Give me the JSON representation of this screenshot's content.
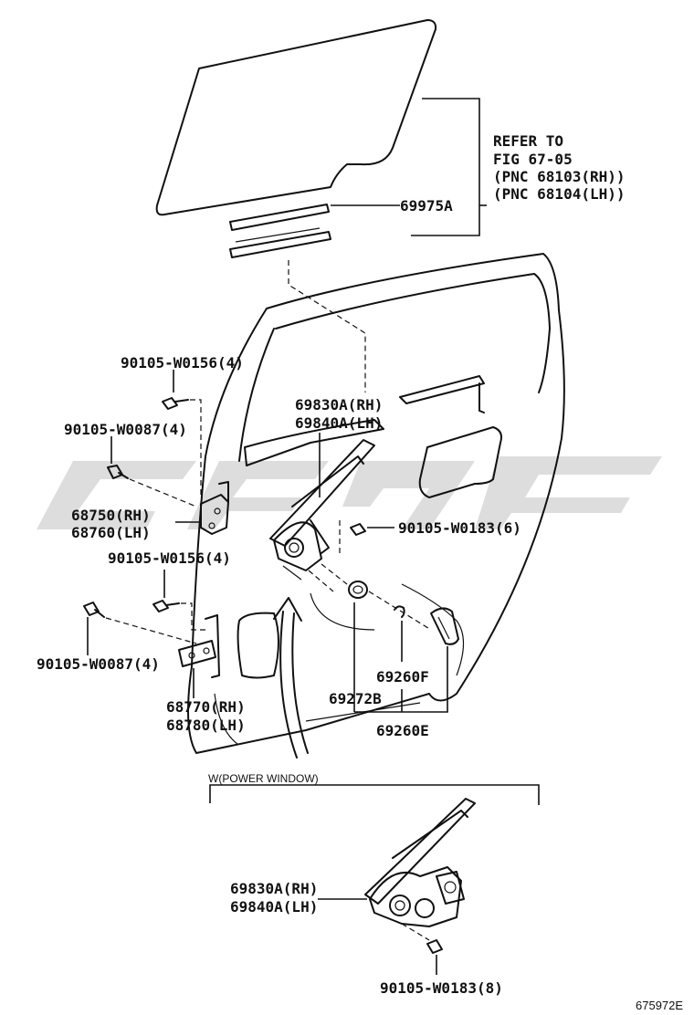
{
  "refer_note": {
    "line1": "REFER TO",
    "line2": "FIG 67-05",
    "line3": "(PNC 68103(RH))",
    "line4": "(PNC 68104(LH))"
  },
  "labels": {
    "weatherstrip": "69975A",
    "screw_top_upper": "90105-W0156(4)",
    "bolt_upper": "90105-W0087(4)",
    "hinge_upper_rh": "68750(RH)",
    "hinge_upper_lh": "68760(LH)",
    "screw_mid": "90105-W0156(4)",
    "bolt_lower": "90105-W0087(4)",
    "hinge_lower_rh": "68770(RH)",
    "hinge_lower_lh": "68780(LH)",
    "regulator_rh": "69830A(RH)",
    "regulator_lh": "69840A(LH)",
    "bolt_regulator": "90105-W0183(6)",
    "clip_f": "69260F",
    "plug": "69272B",
    "handle_e": "69260E"
  },
  "power_window": {
    "caption": "W(POWER WINDOW)",
    "regulator_rh": "69830A(RH)",
    "regulator_lh": "69840A(LH)",
    "bolt": "90105-W0183(8)"
  },
  "figure_id": "675972E"
}
